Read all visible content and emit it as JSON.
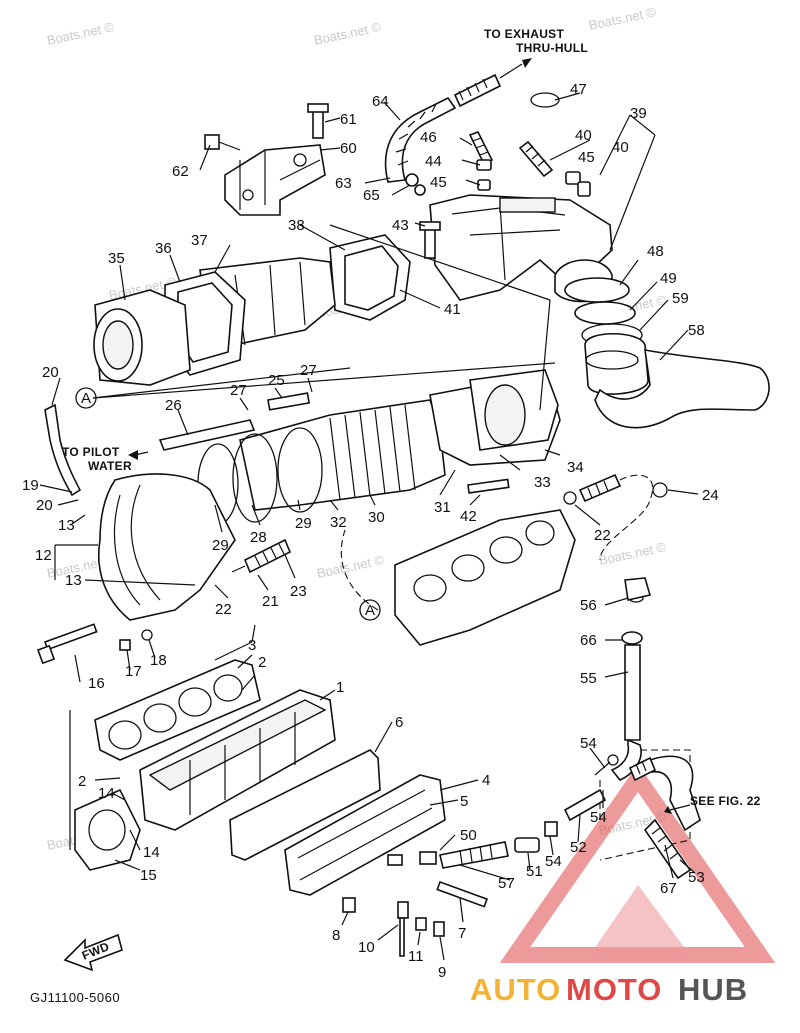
{
  "notes": {
    "exhaust": [
      "TO EXHAUST",
      "THRU-HULL"
    ],
    "pilot": [
      "TO PILOT",
      "WATER"
    ],
    "see_fig": "SEE FIG. 22",
    "fwd": "FWD",
    "ref_a": "A",
    "code": "GJ11100-5060"
  },
  "watermark": "Boats.net ©",
  "logo": {
    "part1": "AUTO",
    "part2": "MOTO",
    "part3": "HUB"
  },
  "callouts": [
    "1",
    "2",
    "2",
    "3",
    "4",
    "5",
    "6",
    "7",
    "8",
    "9",
    "10",
    "11",
    "12",
    "13",
    "13",
    "14",
    "14",
    "15",
    "16",
    "17",
    "18",
    "19",
    "20",
    "20",
    "21",
    "22",
    "22",
    "23",
    "24",
    "25",
    "26",
    "27",
    "27",
    "28",
    "29",
    "29",
    "30",
    "31",
    "32",
    "33",
    "34",
    "35",
    "36",
    "37",
    "38",
    "39",
    "40",
    "40",
    "41",
    "42",
    "43",
    "44",
    "45",
    "45",
    "46",
    "47",
    "48",
    "49",
    "50",
    "51",
    "52",
    "53",
    "54",
    "54",
    "54",
    "55",
    "56",
    "57",
    "58",
    "59",
    "60",
    "61",
    "62",
    "63",
    "64",
    "65",
    "66",
    "67"
  ],
  "colors": {
    "line": "#111111",
    "watermark": "#c9c9c9",
    "logo_yellow": "#f2b233",
    "logo_red": "#e04848",
    "logo_gray": "#555555"
  }
}
